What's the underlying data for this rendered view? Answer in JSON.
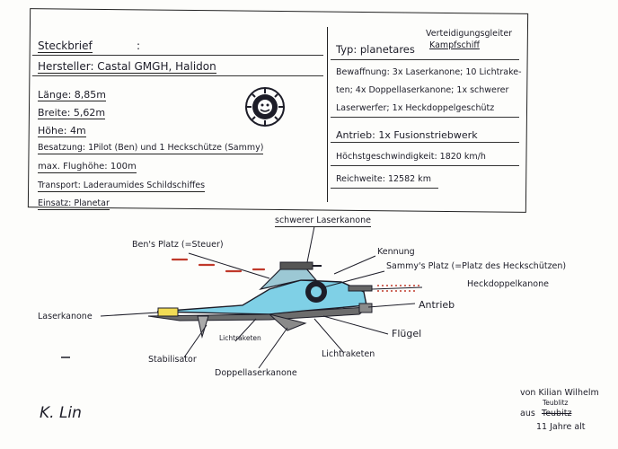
{
  "card": {
    "title": "Steckbrief",
    "title_colon": ":",
    "manufacturer": "Hersteller: Castal GMGH, Halidon",
    "length": "Länge: 8,85m",
    "width": "Breite: 5,62m",
    "height": "Höhe: 4m",
    "crew": "Besatzung: 1Pilot (Ben) und 1 Heckschütze (Sammy)",
    "max_altitude": "max. Flughöhe: 100m",
    "transport": "Transport: Laderaumides Schildschiffes",
    "deployment": "Einsatz: Planetar",
    "type_note": "Verteidigungsgleiter",
    "type_label": "Typ: planetares",
    "type_value": "Kampfschiff",
    "armament_1": "Bewaffnung: 3x Laserkanone; 10 Lichtrake-",
    "armament_2": "ten; 4x Doppellaserkanone; 1x schwerer",
    "armament_3": "Laserwerfer; 1x Heckdoppelgeschütz",
    "drive": "Antrieb: 1x Fusionstriebwerk",
    "top_speed": "Höchstgeschwindigkeit: 1820 km/h",
    "range": "Reichweite: 12582 km"
  },
  "labels": {
    "heavy_laser": "schwerer Laserkanone",
    "bens_seat": "Ben's Platz (=Steuer)",
    "marking": "Kennung",
    "sammys_seat": "Sammy's Platz (=Platz des Heckschützen)",
    "rear_cannon": "Heckdoppelkanone",
    "drive": "Antrieb",
    "laser_cannon": "Laserkanone",
    "wing": "Flügel",
    "stabilizer": "Stabilisator",
    "light_rockets_small": "Lichtraketen",
    "double_laser": "Doppellaserkanone",
    "light_rockets": "Lichtraketen"
  },
  "signature": {
    "initials": "K. Lin",
    "by": "von Kilian Wilhelm",
    "from_inserted": "Teublitz",
    "from": "aus",
    "from_struck": "Teubitz",
    "age": "11 Jahre alt"
  },
  "colors": {
    "ink": "#1d1d28",
    "hull_blue": "#7fd0e6",
    "red": "#c0392b",
    "yellow": "#f2dc55",
    "grey": "#8a8a8a"
  }
}
